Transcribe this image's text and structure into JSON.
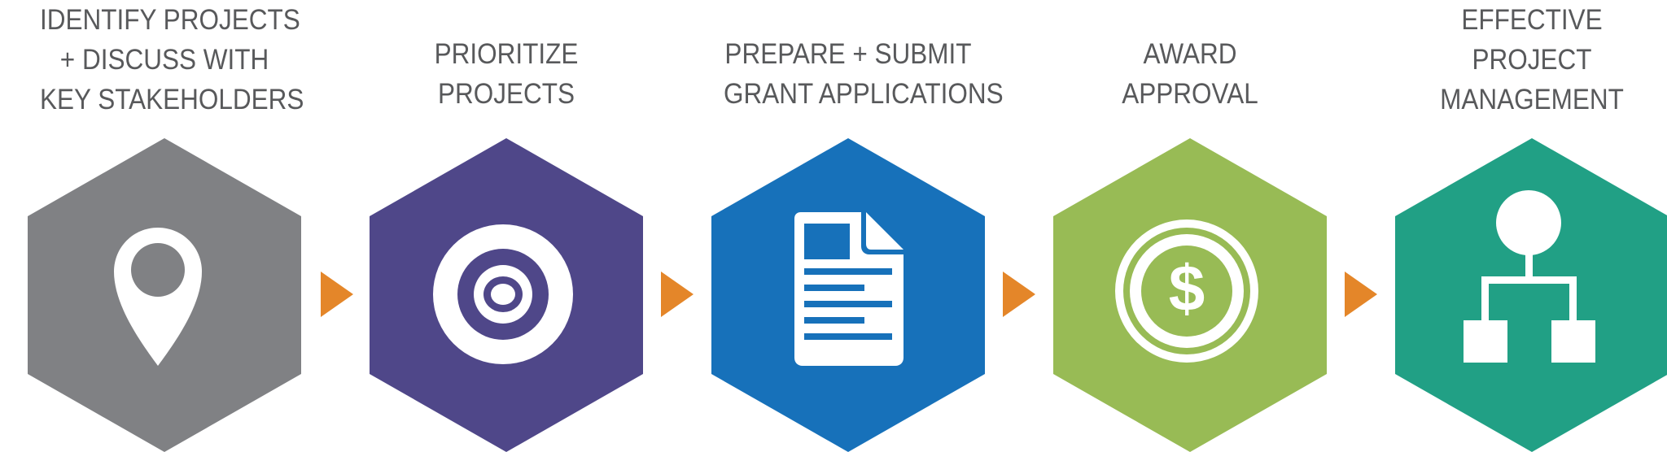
{
  "steps": [
    {
      "title_lines": [
        "IDENTIFY PROJECTS",
        "+ DISCUSS WITH",
        "KEY STAKEHOLDERS"
      ],
      "color": "#808184",
      "icon": "location-pin-icon"
    },
    {
      "title_lines": [
        "PRIORITIZE",
        "PROJECTS"
      ],
      "color": "#4f4789",
      "icon": "target-icon"
    },
    {
      "title_lines": [
        "PREPARE + SUBMIT",
        "GRANT APPLICATIONS"
      ],
      "color": "#1771ba",
      "icon": "document-icon"
    },
    {
      "title_lines": [
        "AWARD",
        "APPROVAL"
      ],
      "color": "#98bb55",
      "icon": "dollar-coin-icon"
    },
    {
      "title_lines": [
        "EFFECTIVE",
        "PROJECT",
        "MANAGEMENT"
      ],
      "color": "#21a085",
      "icon": "org-chart-icon"
    }
  ],
  "arrow_color": "#e48629"
}
